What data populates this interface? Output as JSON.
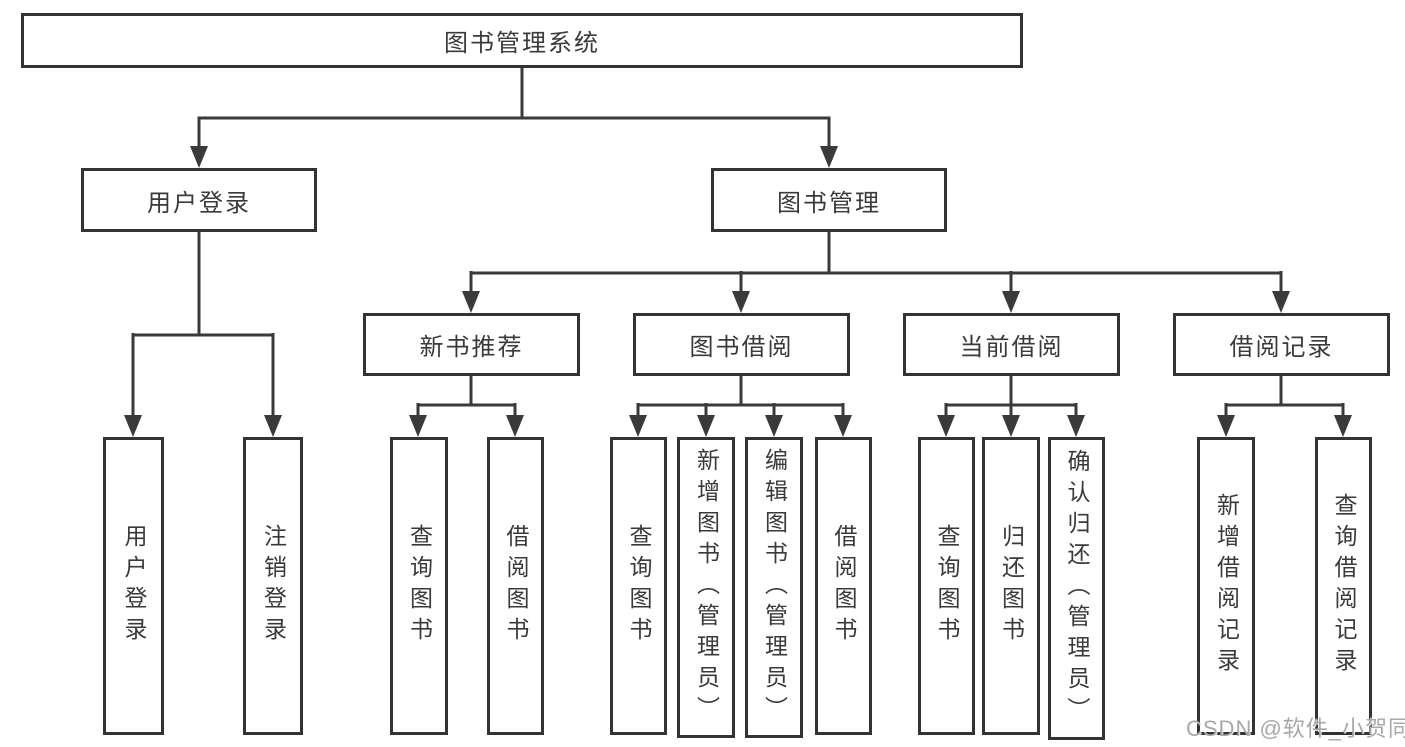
{
  "tree": {
    "root": "图书管理系统",
    "user_login": {
      "label": "用户登录",
      "children": [
        "用户登录",
        "注销登录"
      ]
    },
    "book_management": {
      "label": "图书管理",
      "sections": [
        {
          "label": "新书推荐",
          "children": [
            "查询图书",
            "借阅图书"
          ]
        },
        {
          "label": "图书借阅",
          "children": [
            "查询图书",
            "新增图书（管理员）",
            "编辑图书（管理员）",
            "借阅图书"
          ]
        },
        {
          "label": "当前借阅",
          "children": [
            "查询图书",
            "归还图书",
            "确认归还（管理员）"
          ]
        },
        {
          "label": "借阅记录",
          "children": [
            "新增借阅记录",
            "查询借阅记录"
          ]
        }
      ]
    }
  },
  "watermark": "CSDN @软件_小贺同学",
  "colors": {
    "line": "#3a3a3a",
    "box_border": "#333333",
    "text": "#3a3a3a",
    "watermark": "#a8a8a8",
    "background": "#ffffff"
  }
}
